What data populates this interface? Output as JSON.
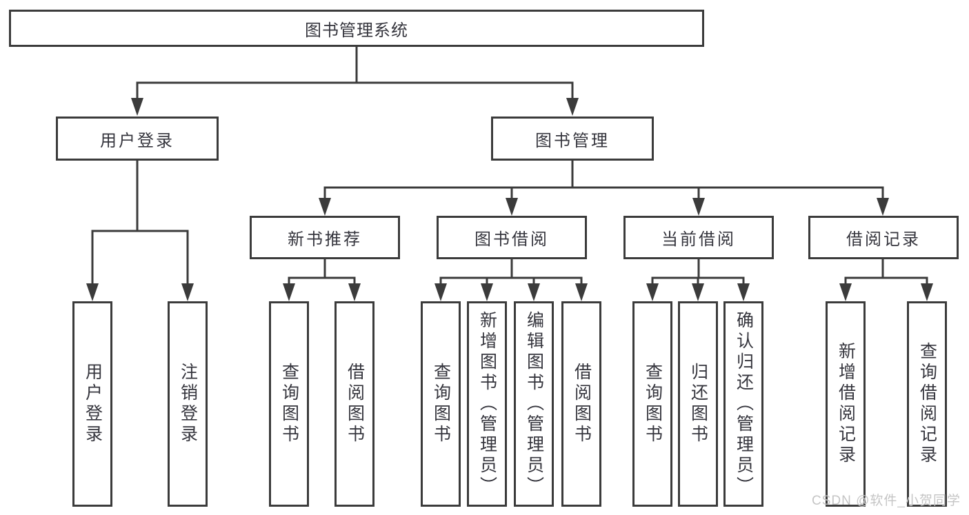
{
  "tree": {
    "root": {
      "label": "图书管理系统"
    },
    "level2": [
      {
        "label": "用户登录"
      },
      {
        "label": "图书管理"
      }
    ],
    "level3": [
      {
        "label": "新书推荐",
        "parent": "图书管理"
      },
      {
        "label": "图书借阅",
        "parent": "图书管理"
      },
      {
        "label": "当前借阅",
        "parent": "图书管理"
      },
      {
        "label": "借阅记录",
        "parent": "图书管理"
      }
    ],
    "leaves": [
      {
        "label": "用户登录",
        "parent": "用户登录"
      },
      {
        "label": "注销登录",
        "parent": "用户登录"
      },
      {
        "label": "查询图书",
        "parent": "新书推荐"
      },
      {
        "label": "借阅图书",
        "parent": "新书推荐"
      },
      {
        "label": "查询图书",
        "parent": "图书借阅"
      },
      {
        "label": "新增图书（管理员）",
        "parent": "图书借阅"
      },
      {
        "label": "编辑图书（管理员）",
        "parent": "图书借阅"
      },
      {
        "label": "借阅图书",
        "parent": "图书借阅"
      },
      {
        "label": "查询图书",
        "parent": "当前借阅"
      },
      {
        "label": "归还图书",
        "parent": "当前借阅"
      },
      {
        "label": "确认归还（管理员）",
        "parent": "当前借阅"
      },
      {
        "label": "新增借阅记录",
        "parent": "借阅记录"
      },
      {
        "label": "查询借阅记录",
        "parent": "借阅记录"
      }
    ]
  },
  "watermark": "CSDN @软件_小贺同学",
  "colors": {
    "background": "#ffffff",
    "box_border": "#3b3b3b",
    "line": "#3b3b3b",
    "text": "#35353d",
    "watermark": "#c5c5c5"
  }
}
